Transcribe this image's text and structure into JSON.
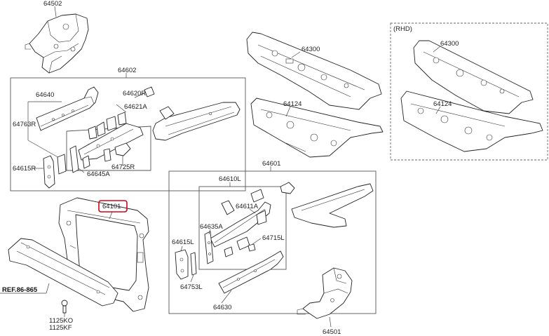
{
  "labels": {
    "p64502": "64502",
    "p64602": "64602",
    "p64640": "64640",
    "p64620R": "64620R",
    "p64621A": "64621A",
    "p64763R": "64763R",
    "p64645A": "64645A",
    "p64725R": "64725R",
    "p64615R": "64615R",
    "p64300": "64300",
    "p64124": "64124",
    "rhd": "(RHD)",
    "rhd64300": "64300",
    "rhd64124": "64124",
    "p64101": "64101",
    "ref": "REF.86-865",
    "p1125KO": "1125KO",
    "p1125KF": "1125KF",
    "p64601": "64601",
    "p64610L": "64610L",
    "p64611A": "64611A",
    "p64635A": "64635A",
    "p64615L": "64615L",
    "p64715L": "64715L",
    "p64753L": "64753L",
    "p64630": "64630",
    "p64501": "64501"
  },
  "highlight": {
    "part": "64101",
    "color": "#d0021b"
  }
}
